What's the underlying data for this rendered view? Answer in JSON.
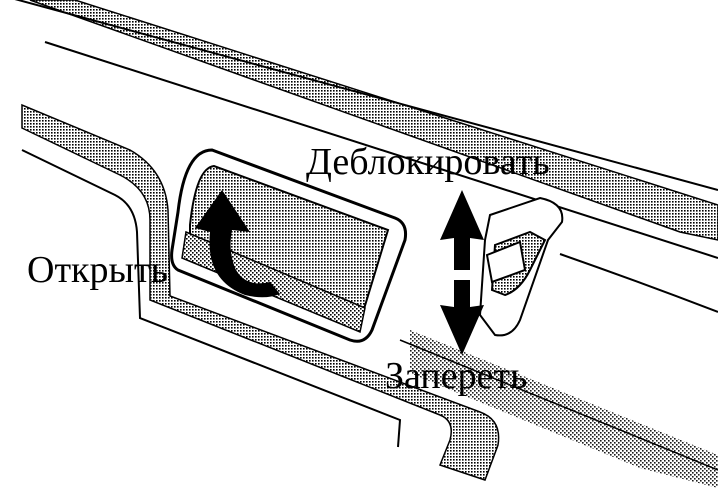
{
  "labels": {
    "unlock": "Деблокировать",
    "open": "Открыть",
    "lock": "Запереть"
  },
  "colors": {
    "ink": "#000000",
    "paper": "#ffffff",
    "stipple": "#000000"
  },
  "icons": {
    "curved_arrow": "curved-up-arrow-icon",
    "double_arrow": "vertical-double-arrow-icon"
  }
}
